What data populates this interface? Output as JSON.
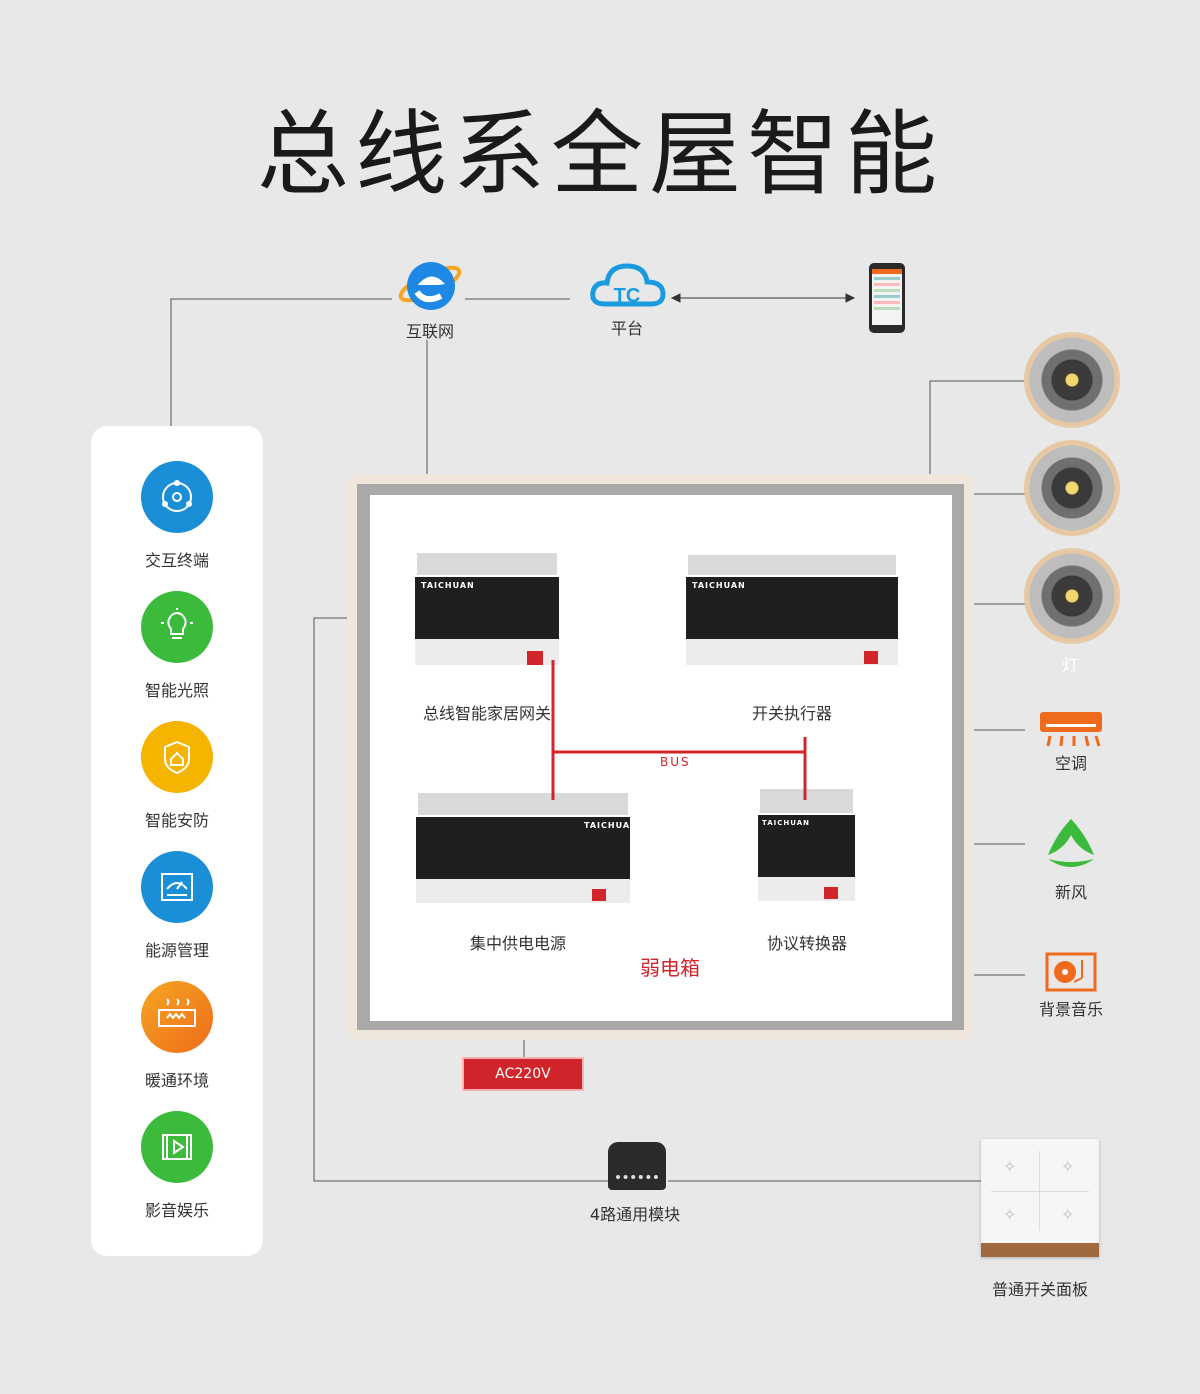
{
  "title": "总线系全屋智能",
  "top": {
    "internet_label": "互联网",
    "platform_label": "平台",
    "platform_logo_text": "TC"
  },
  "sidebar": {
    "items": [
      {
        "label": "交互终端",
        "icon": "interaction-terminal-icon",
        "color": "#1a8fd8"
      },
      {
        "label": "智能光照",
        "icon": "lightbulb-icon",
        "color": "#3cba3c"
      },
      {
        "label": "智能安防",
        "icon": "shield-home-icon",
        "color": "#f5b400"
      },
      {
        "label": "能源管理",
        "icon": "meter-icon",
        "color": "#1a8fd8"
      },
      {
        "label": "暖通环境",
        "icon": "heating-icon",
        "color": "#f08a1a"
      },
      {
        "label": "影音娱乐",
        "icon": "video-play-icon",
        "color": "#3cba3c"
      }
    ]
  },
  "box": {
    "gateway_label": "总线智能家居网关",
    "actuator_label": "开关执行器",
    "power_label": "集中供电电源",
    "converter_label": "协议转换器",
    "bus_label": "BUS",
    "box_label": "弱电箱",
    "brand": "TAICHUAN"
  },
  "right": {
    "lamp_label": "灯",
    "ac_label": "空调",
    "fresh_air_label": "新风",
    "music_label": "背景音乐"
  },
  "bottom": {
    "ac220_label": "AC220V",
    "module_label": "4路通用模块",
    "panel_label": "普通开关面板"
  },
  "colors": {
    "bus_red": "#d0262b",
    "orange": "#f06a1e",
    "green": "#3cba3c",
    "blue": "#1a8fd8"
  }
}
